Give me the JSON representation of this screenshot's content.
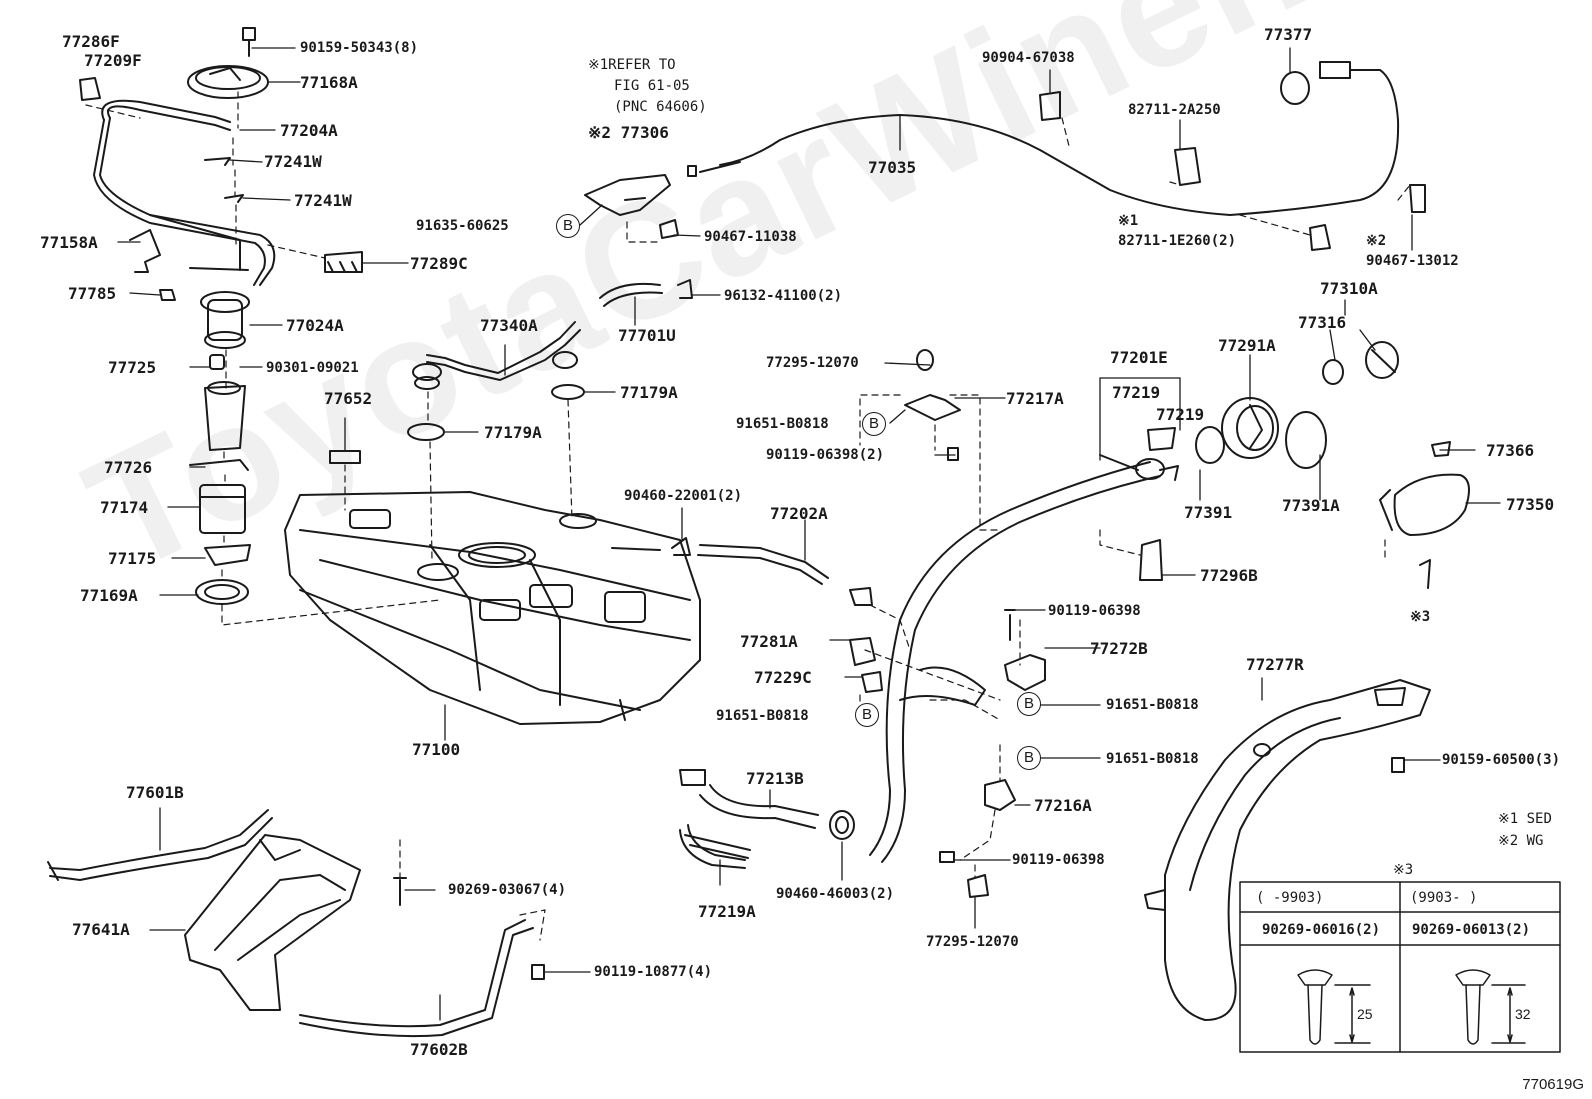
{
  "watermark": "ToyotaCarWiner.ru",
  "diagram_code": "770619G",
  "legend": {
    "note1": "※1 SED",
    "note2": "※2 WG"
  },
  "refer_note": {
    "line1": "※1REFER TO",
    "line2": "FIG 61-05",
    "line3": "(PNC 64606)"
  },
  "ref_marker": "B",
  "labels": {
    "p77286F": "77286F",
    "p77209F": "77209F",
    "p90159_50343": "90159-50343(8)",
    "p77168A": "77168A",
    "p77204A": "77204A",
    "p77241W_1": "77241W",
    "p77241W_2": "77241W",
    "p77158A": "77158A",
    "p77289C": "77289C",
    "p77785": "77785",
    "p77024A": "77024A",
    "p77725": "77725",
    "p90301_09021": "90301-09021",
    "p77726": "77726",
    "p77174": "77174",
    "p77175": "77175",
    "p77169A": "77169A",
    "p77652": "77652",
    "p77100": "77100",
    "p77340A": "77340A",
    "p77179A_1": "77179A",
    "p77179A_2": "77179A",
    "p77701U": "77701U",
    "p96132_41100": "96132-41100(2)",
    "p77306": "※2 77306",
    "p91635_60625": "91635-60625",
    "p90467_11038": "90467-11038",
    "p90904_67038": "90904-67038",
    "p77035": "77035",
    "p82711_2A250": "82711-2A250",
    "p82711_1E260_star": "※1",
    "p82711_1E260": "82711-1E260(2)",
    "p77377": "77377",
    "p90467_13012_star": "※2",
    "p90467_13012": "90467-13012",
    "p77310A": "77310A",
    "p77316": "77316",
    "p77291A": "77291A",
    "p77201E": "77201E",
    "p77219_1": "77219",
    "p77219_2": "77219",
    "p77391": "77391",
    "p77391A": "77391A",
    "p77366": "77366",
    "p77350": "77350",
    "p_star3": "※3",
    "p77295_12070_1": "77295-12070",
    "p91651_B0818_1": "91651-B0818",
    "p77217A": "77217A",
    "p90119_06398_2": "90119-06398(2)",
    "p77296B": "77296B",
    "p90460_22001": "90460-22001(2)",
    "p77202A": "77202A",
    "p90119_06398_a": "90119-06398",
    "p77281A": "77281A",
    "p77272B": "77272B",
    "p77229C": "77229C",
    "p91651_B0818_2": "91651-B0818",
    "p91651_B0818_3": "91651-B0818",
    "p91651_B0818_4": "91651-B0818",
    "p77277R": "77277R",
    "p90159_60500": "90159-60500(3)",
    "p77213B": "77213B",
    "p77216A": "77216A",
    "p90119_06398_b": "90119-06398",
    "p77219A": "77219A",
    "p90460_46003": "90460-46003(2)",
    "p77295_12070_2": "77295-12070",
    "p77601B": "77601B",
    "p90269_03067": "90269-03067(4)",
    "p77641A": "77641A",
    "p90119_10877": "90119-10877(4)",
    "p77602B": "77602B"
  },
  "table": {
    "star": "※3",
    "col1_header": "(     -9903)",
    "col2_header": "(9903-      )",
    "col1_part": "90269-06016(2)",
    "col2_part": "90269-06013(2)",
    "col1_dim": "25",
    "col2_dim": "32"
  }
}
